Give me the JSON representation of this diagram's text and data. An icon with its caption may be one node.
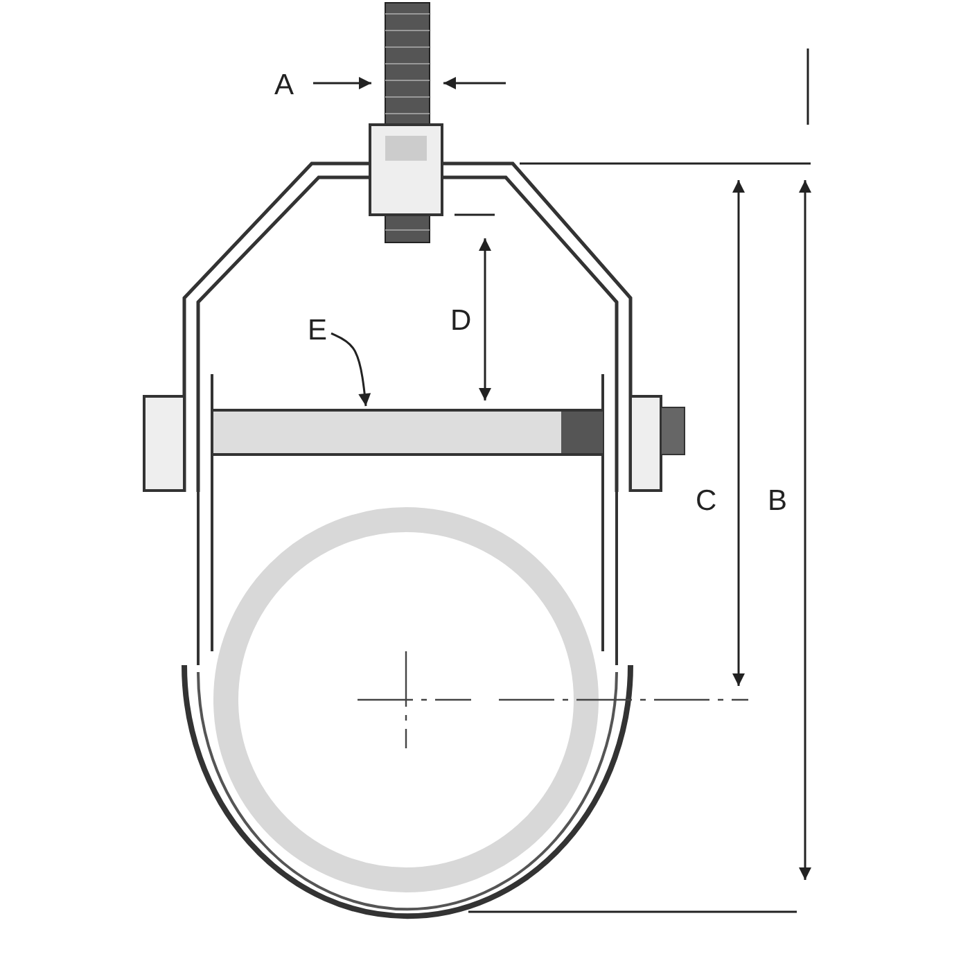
{
  "diagram": {
    "nodes": [
      {
        "text": [
          "E"
        ]
      },
      {
        "text": [],
        "shape": "bar"
      }
    ],
    "edges": [
      {
        "from": 0,
        "to": 1,
        "arrow": "to"
      }
    ],
    "labels": [
      "A",
      "D",
      "C",
      "B"
    ]
  }
}
